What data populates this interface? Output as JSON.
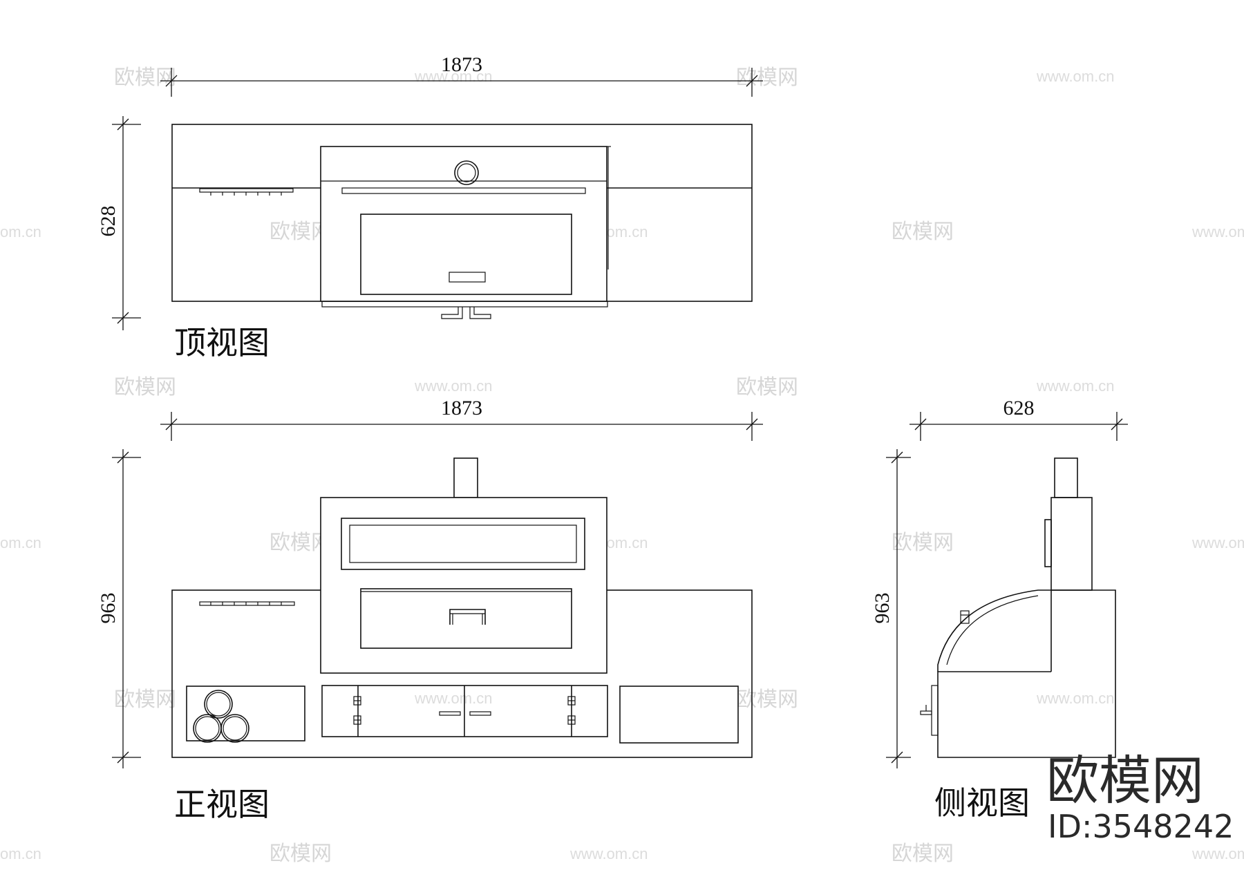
{
  "views": {
    "top": {
      "label": "顶视图",
      "width_dim": "1873",
      "depth_dim": "628"
    },
    "front": {
      "label": "正视图",
      "width_dim": "1873",
      "height_dim": "963"
    },
    "side": {
      "label": "侧视图",
      "width_dim": "628",
      "height_dim": "963"
    }
  },
  "watermark": {
    "cn": "欧模网",
    "url": "www.om.cn",
    "url_cropped": "om.cn",
    "url_cropped_left": "www.om"
  },
  "brand": {
    "name": "欧模网",
    "id_text": "ID:3548242"
  },
  "colors": {
    "line": "#111111",
    "watermark": "#d6d6d6",
    "background": "#ffffff"
  }
}
